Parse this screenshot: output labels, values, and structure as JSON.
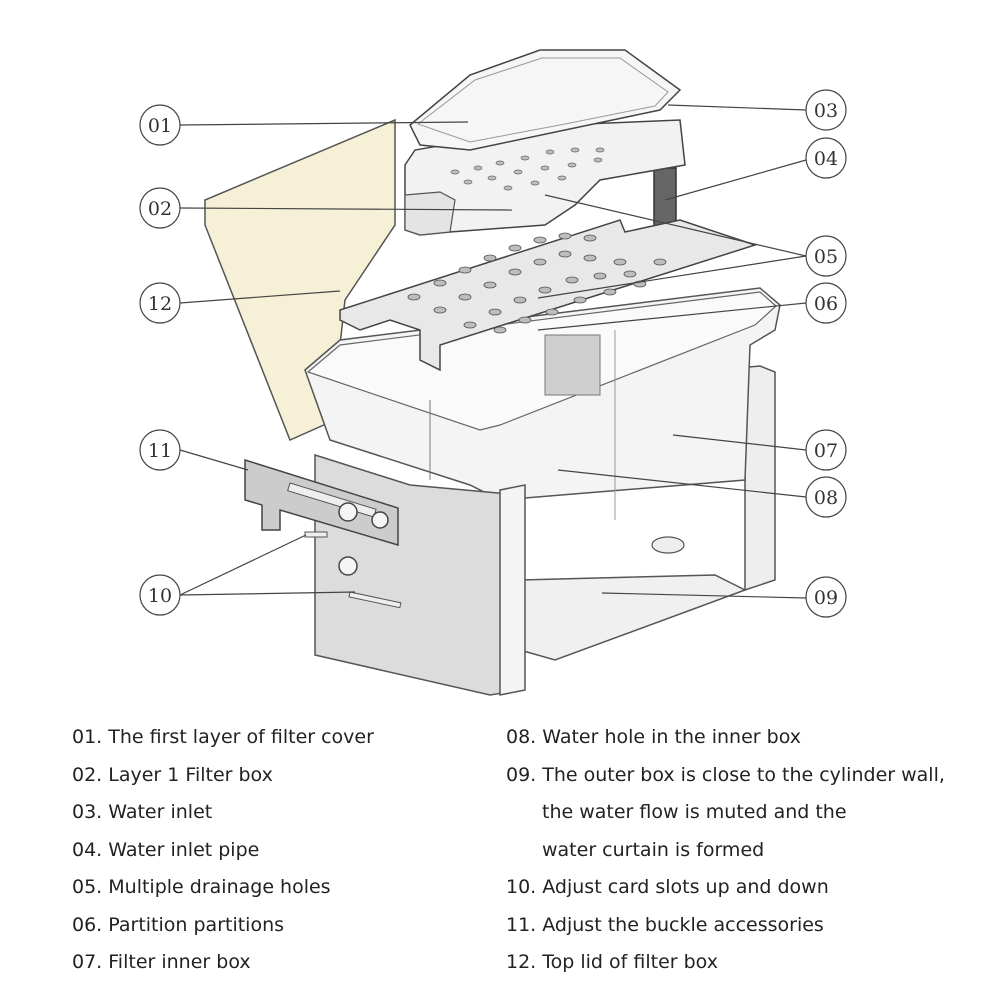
{
  "callouts": [
    {
      "id": "c01",
      "label": "01"
    },
    {
      "id": "c02",
      "label": "02"
    },
    {
      "id": "c03",
      "label": "03"
    },
    {
      "id": "c04",
      "label": "04"
    },
    {
      "id": "c05",
      "label": "05"
    },
    {
      "id": "c06",
      "label": "06"
    },
    {
      "id": "c07",
      "label": "07"
    },
    {
      "id": "c08",
      "label": "08"
    },
    {
      "id": "c09",
      "label": "09"
    },
    {
      "id": "c10",
      "label": "10"
    },
    {
      "id": "c11",
      "label": "11"
    },
    {
      "id": "c12",
      "label": "12"
    }
  ],
  "legend_left": [
    {
      "num": "01.",
      "text": "The first layer of filter cover"
    },
    {
      "num": "02.",
      "text": "Layer 1 Filter box"
    },
    {
      "num": "03.",
      "text": "Water inlet"
    },
    {
      "num": "04.",
      "text": "Water inlet pipe"
    },
    {
      "num": "05.",
      "text": "Multiple drainage holes"
    },
    {
      "num": "06.",
      "text": "Partition partitions"
    },
    {
      "num": "07.",
      "text": "Filter inner box"
    }
  ],
  "legend_right": [
    {
      "num": "08.",
      "text": "Water hole in the inner box"
    },
    {
      "num": "09.",
      "text": "The outer box is close to the cylinder wall,"
    },
    {
      "num": "",
      "text": "the water flow is muted and the"
    },
    {
      "num": "",
      "text": "water curtain is formed"
    },
    {
      "num": "10.",
      "text": "Adjust card slots up and down"
    },
    {
      "num": "11.",
      "text": "Adjust the buckle accessories"
    },
    {
      "num": "12.",
      "text": "Top lid of filter box"
    }
  ],
  "colors": {
    "lid_tint": "#f6f1d6",
    "line": "#444444",
    "outer_box": "#dcdcdc",
    "inner_box": "#f2f2f2",
    "plate": "#e6e6e6"
  }
}
